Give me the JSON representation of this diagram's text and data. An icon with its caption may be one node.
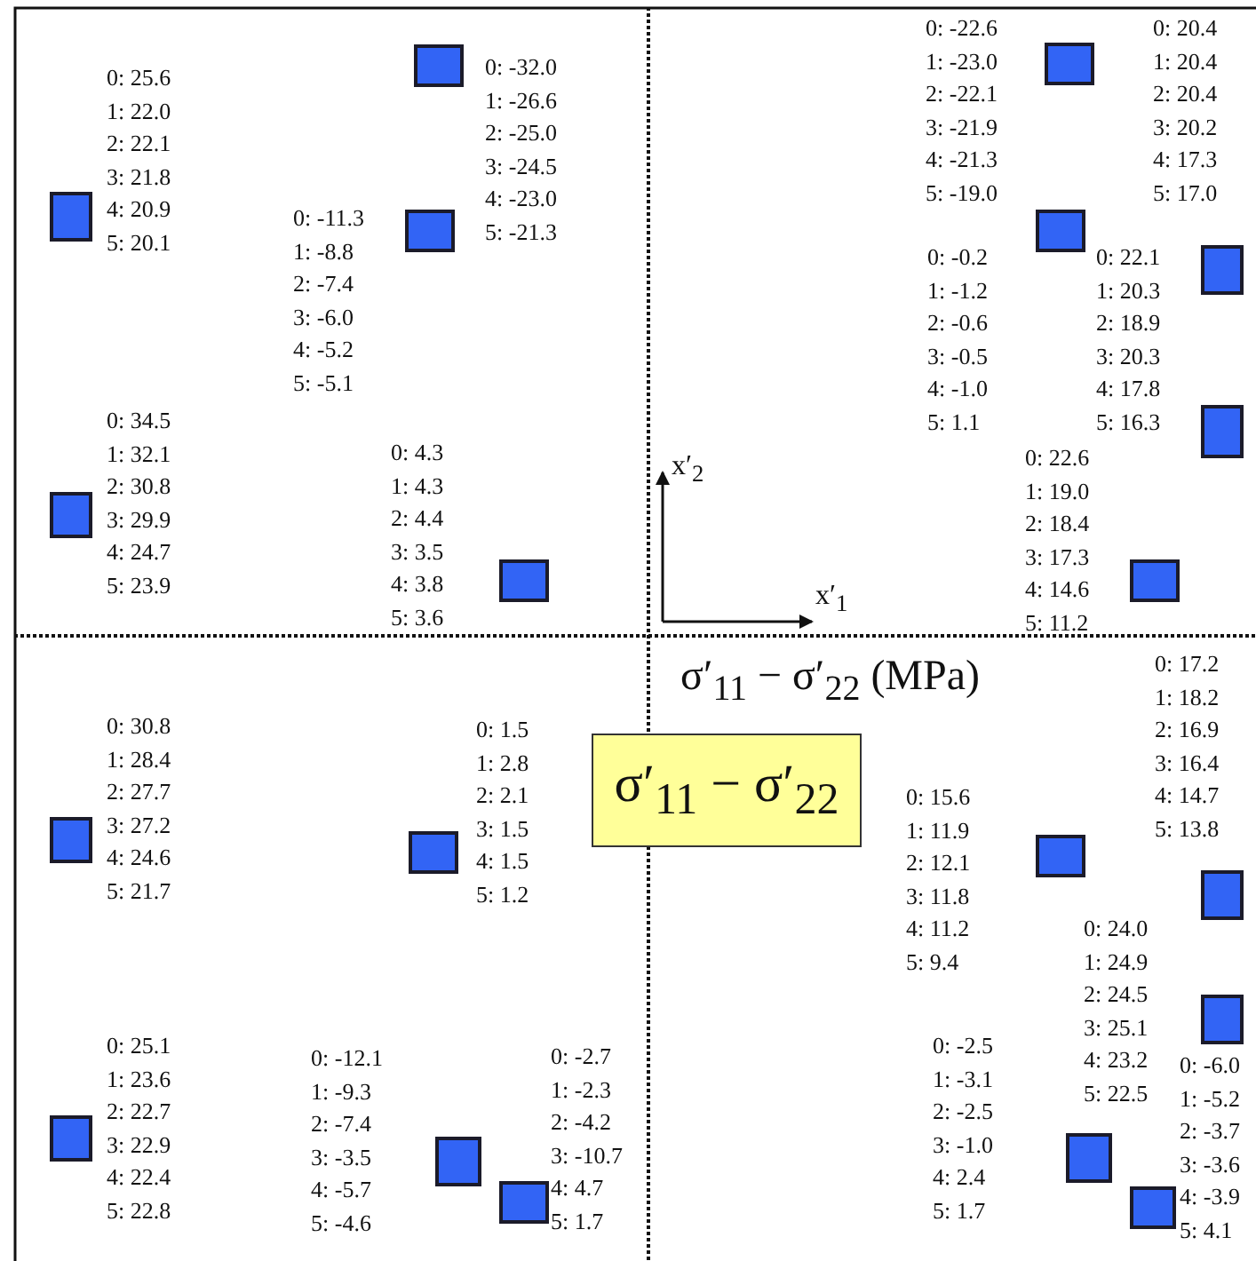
{
  "diagram": {
    "nodes": [
      {
        "text": [],
        "shape": "box",
        "beside": [
          "0: -32.0",
          "1: -26.6",
          "2: -25.0",
          "3: -24.5",
          "4: -23.0",
          "5: -21.3"
        ]
      },
      {
        "text": [],
        "shape": "box",
        "beside": [
          "0: -22.6",
          "1: -23.0",
          "2: -22.1",
          "3: -21.9",
          "4: -21.3",
          "5: -19.0"
        ]
      },
      {
        "text": [],
        "shape": "box",
        "beside": [
          "0: 25.6",
          "1: 22.0",
          "2: 22.1",
          "3: 21.8",
          "4: 20.9",
          "5: 20.1"
        ]
      },
      {
        "text": [],
        "shape": "box",
        "beside": [
          "0: -11.3",
          "1: -8.8",
          "2: -7.4",
          "3: -6.0",
          "4: -5.2",
          "5: -5.1"
        ]
      },
      {
        "text": [],
        "shape": "box",
        "beside": [
          "0: -0.2",
          "1: -1.2",
          "2: -0.6",
          "3: -0.5",
          "4: -1.0",
          "5: 1.1"
        ]
      },
      {
        "text": [],
        "shape": "box",
        "beside": [
          "0: 20.4",
          "1: 20.4",
          "2: 20.4",
          "3: 20.2",
          "4: 17.3",
          "5: 17.0"
        ]
      },
      {
        "text": [],
        "shape": "box",
        "beside": [
          "0: 22.1",
          "1: 20.3",
          "2: 18.9",
          "3: 20.3",
          "4: 17.8",
          "5: 16.3"
        ]
      },
      {
        "text": [],
        "shape": "box",
        "beside": [
          "0: 34.5",
          "1: 32.1",
          "2: 30.8",
          "3: 29.9",
          "4: 24.7",
          "5: 23.9"
        ]
      },
      {
        "text": [],
        "shape": "box",
        "beside": [
          "0: 4.3",
          "1: 4.3",
          "2: 4.4",
          "3: 3.5",
          "4: 3.8",
          "5: 3.6"
        ]
      },
      {
        "text": [],
        "shape": "box",
        "beside": [
          "0: 22.6",
          "1: 19.0",
          "2: 18.4",
          "3: 17.3",
          "4: 14.6",
          "5: 11.2"
        ]
      },
      {
        "text": [
          "σ′$_{11}$ − σ′$_{22}$"
        ]
      },
      {
        "text": [],
        "shape": "box",
        "beside": [
          "0: 30.8",
          "1: 28.4",
          "2: 27.7",
          "3: 27.2",
          "4: 24.6",
          "5: 21.7"
        ]
      },
      {
        "text": [],
        "shape": "box",
        "beside": [
          "0: 1.5",
          "1: 2.8",
          "2: 2.1",
          "3: 1.5",
          "4: 1.5",
          "5: 1.2"
        ]
      },
      {
        "text": [],
        "shape": "box",
        "beside": [
          "0: 15.6",
          "1: 11.9",
          "2: 12.1",
          "3: 11.8",
          "4: 11.2",
          "5: 9.4"
        ]
      },
      {
        "text": [],
        "shape": "box",
        "beside": [
          "0: 17.2",
          "1: 18.2",
          "2: 16.9",
          "3: 16.4",
          "4: 14.7",
          "5: 13.8"
        ]
      },
      {
        "text": [],
        "shape": "box",
        "beside": [
          "0: 24.0",
          "1: 24.9",
          "2: 24.5",
          "3: 25.1",
          "4: 23.2",
          "5: 22.5"
        ]
      },
      {
        "text": [],
        "shape": "box",
        "beside": [
          "0: 25.1",
          "1: 23.6",
          "2: 22.7",
          "3: 22.9",
          "4: 22.4",
          "5: 22.8"
        ]
      },
      {
        "text": [],
        "shape": "box",
        "beside": [
          "0: -12.1",
          "1: -9.3",
          "2: -7.4",
          "3: -3.5",
          "4: -5.7",
          "5: -4.6"
        ]
      },
      {
        "text": [],
        "shape": "box",
        "beside": [
          "0: -2.5",
          "1: -3.1",
          "2: -2.5",
          "3: -1.0",
          "4: 2.4",
          "5: 1.7"
        ]
      },
      {
        "text": [],
        "shape": "box",
        "beside": [
          "0: -2.7",
          "1: -2.3",
          "2: -4.2",
          "3: -10.7",
          "4: 4.7",
          "5: 1.7"
        ]
      },
      {
        "text": [],
        "shape": "box",
        "beside": [
          "0: -6.0",
          "1: -5.2",
          "2: -3.7",
          "3: -3.6",
          "4: -3.9",
          "5: 4.1"
        ]
      }
    ],
    "edges": [],
    "labels": [
      "x′$_{2}$",
      "x′$_{1}$",
      "σ′$_{11}$ − σ′$_{22}$ (MPa)"
    ]
  }
}
